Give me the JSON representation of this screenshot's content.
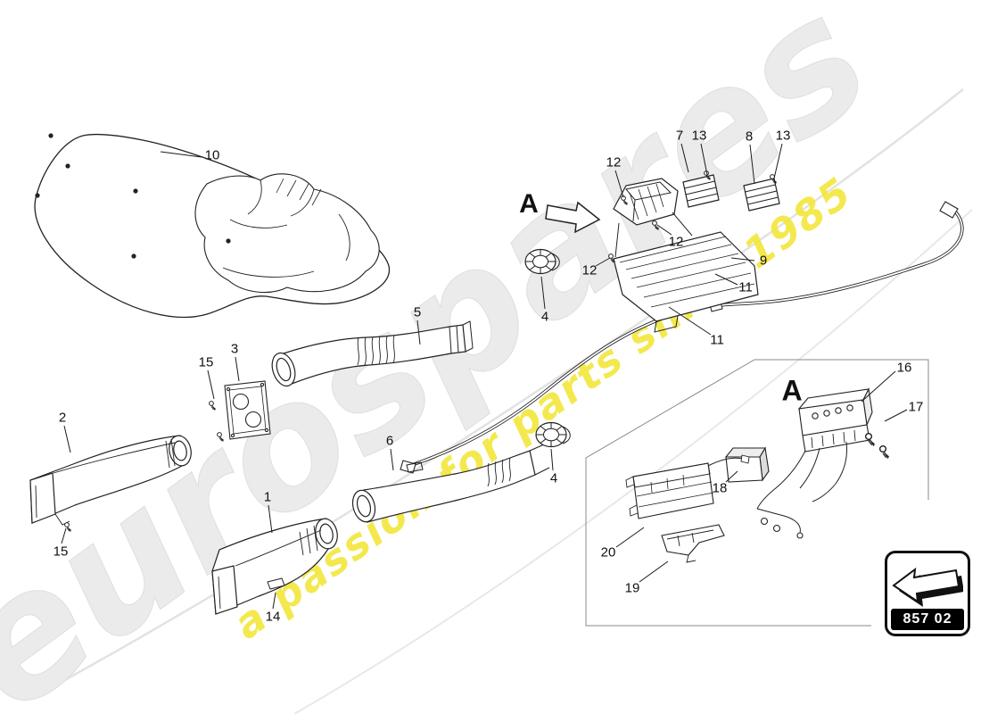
{
  "watermark": {
    "brand": "eurospares",
    "tagline": "a passion for parts since 1985",
    "brand_color": "#ebebeb",
    "tagline_color": "#f2e73b"
  },
  "diagram": {
    "section_marker": "A",
    "detail_marker": "A",
    "part_group_code": "857 02",
    "callouts": [
      {
        "label": "10"
      },
      {
        "label": "7"
      },
      {
        "label": "13"
      },
      {
        "label": "8"
      },
      {
        "label": "13"
      },
      {
        "label": "12"
      },
      {
        "label": "12"
      },
      {
        "label": "12"
      },
      {
        "label": "9"
      },
      {
        "label": "11"
      },
      {
        "label": "11"
      },
      {
        "label": "4"
      },
      {
        "label": "5"
      },
      {
        "label": "3"
      },
      {
        "label": "15"
      },
      {
        "label": "2"
      },
      {
        "label": "6"
      },
      {
        "label": "4"
      },
      {
        "label": "1"
      },
      {
        "label": "15"
      },
      {
        "label": "14"
      },
      {
        "label": "16"
      },
      {
        "label": "17"
      },
      {
        "label": "18"
      },
      {
        "label": "20"
      },
      {
        "label": "19"
      }
    ]
  }
}
